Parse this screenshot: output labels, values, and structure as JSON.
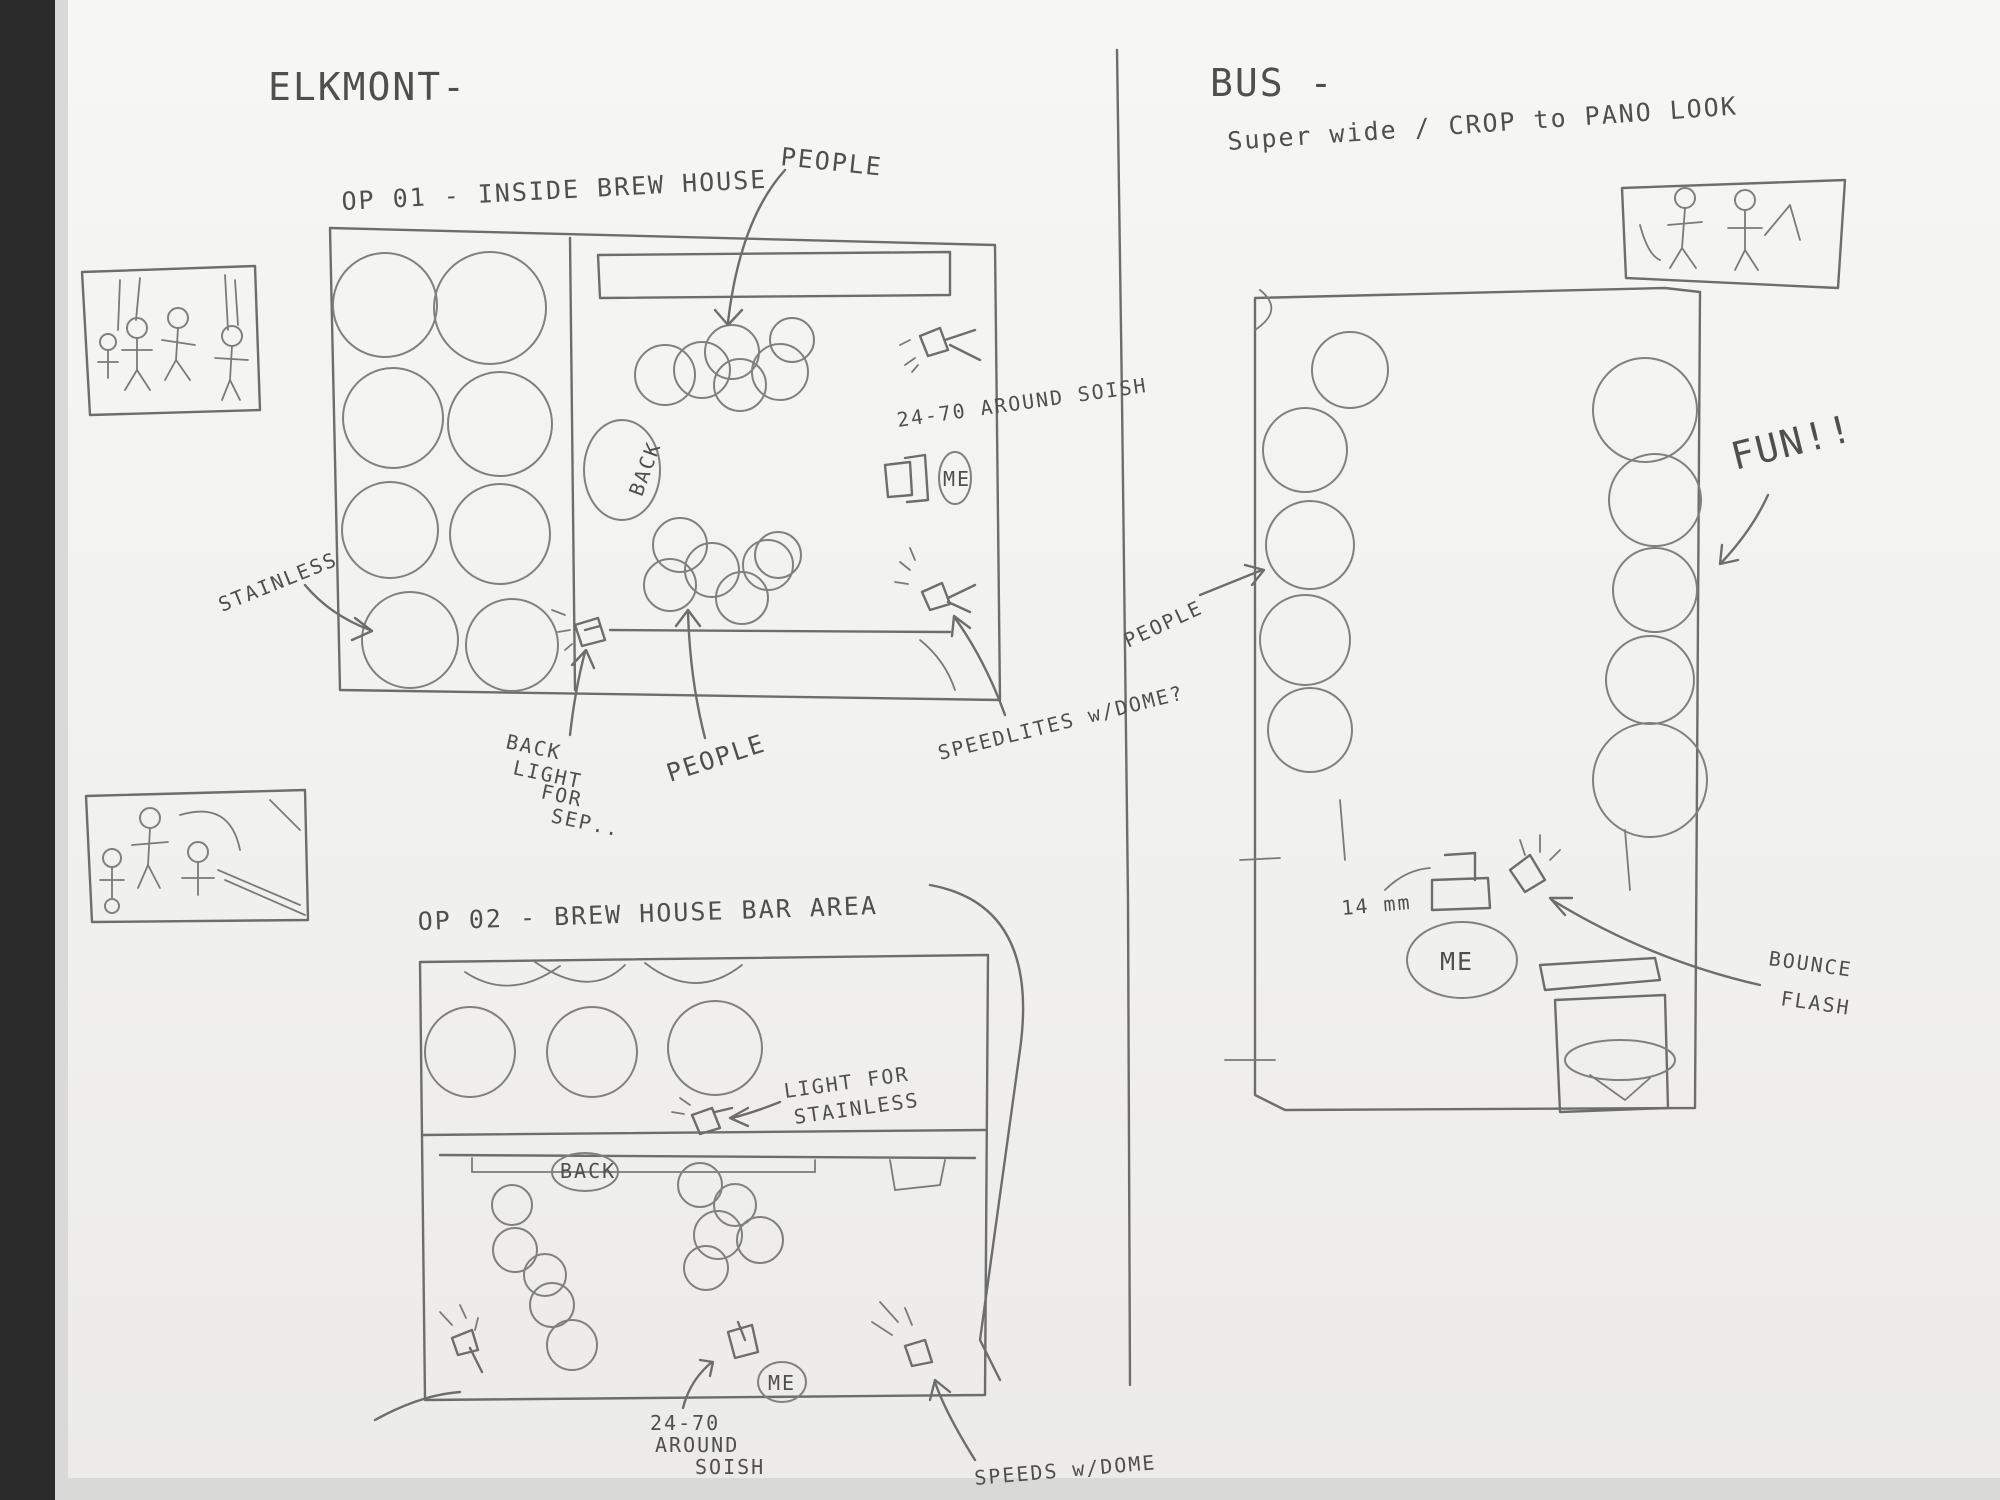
{
  "page": {
    "left_heading": "ELKMONT-",
    "right_heading": "BUS -",
    "right_subheading": "Super wide / CROP to PANO LOOK"
  },
  "op01": {
    "title": "OP 01 - INSIDE BREW HOUSE",
    "labels": {
      "people_top": "PEOPLE",
      "people_bottom": "PEOPLE",
      "stainless": "STAINLESS",
      "lens": "24-70 AROUND SOISH",
      "me": "ME",
      "back": "BACK",
      "speedlites": "SPEEDLITES w/DOME?",
      "backlight": [
        "BACK",
        "LIGHT",
        "FOR",
        "SEP.."
      ]
    }
  },
  "op02": {
    "title": "OP 02 - BREW HOUSE BAR AREA",
    "labels": {
      "light_for_stainless": [
        "LIGHT FOR",
        "STAINLESS"
      ],
      "back": "BACK",
      "me": "ME",
      "lens": [
        "24-70",
        "AROUND",
        "SOISH"
      ],
      "speeds": "SPEEDS w/DOME"
    }
  },
  "bus": {
    "labels": {
      "people": "PEOPLE",
      "fun": "FUN!!",
      "lens": "14 mm",
      "me": "ME",
      "bounce": [
        "BOUNCE",
        "FLASH"
      ]
    }
  }
}
